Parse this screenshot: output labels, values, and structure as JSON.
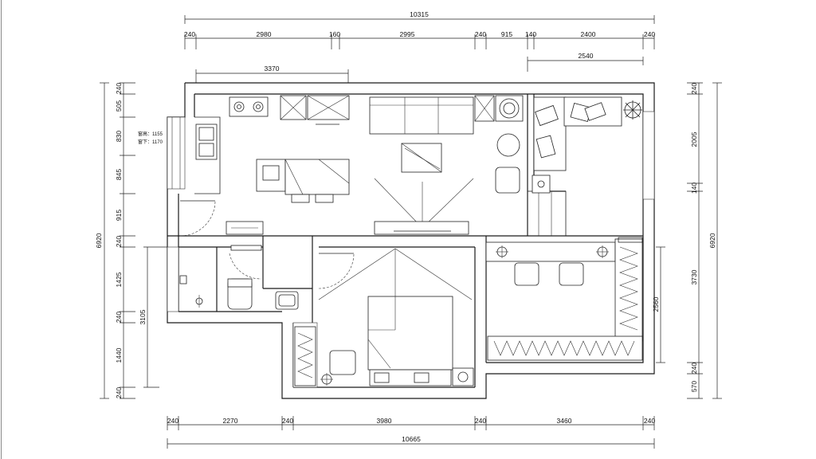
{
  "dimensions": {
    "top_total": "10315",
    "top_row": [
      "240",
      "2980",
      "160",
      "2995",
      "240",
      "915",
      "140",
      "2400",
      "240"
    ],
    "top_mid": "3370",
    "top_right": "2540",
    "bottom_row": [
      "240",
      "2270",
      "240",
      "3980",
      "240",
      "3460",
      "240"
    ],
    "bottom_total": "10665",
    "left_total": "6920",
    "left_row": [
      "240",
      "505",
      "830",
      "845",
      "915",
      "240",
      "1425",
      "240",
      "1440",
      "240"
    ],
    "left_inner": "3105",
    "right_total": "6920",
    "right_row": [
      "240",
      "2005",
      "140",
      "3730",
      "240",
      "570"
    ],
    "right_inner": "2560"
  },
  "notes": {
    "window_height": "窗高：1155",
    "window_sill": "窗下：1170"
  }
}
